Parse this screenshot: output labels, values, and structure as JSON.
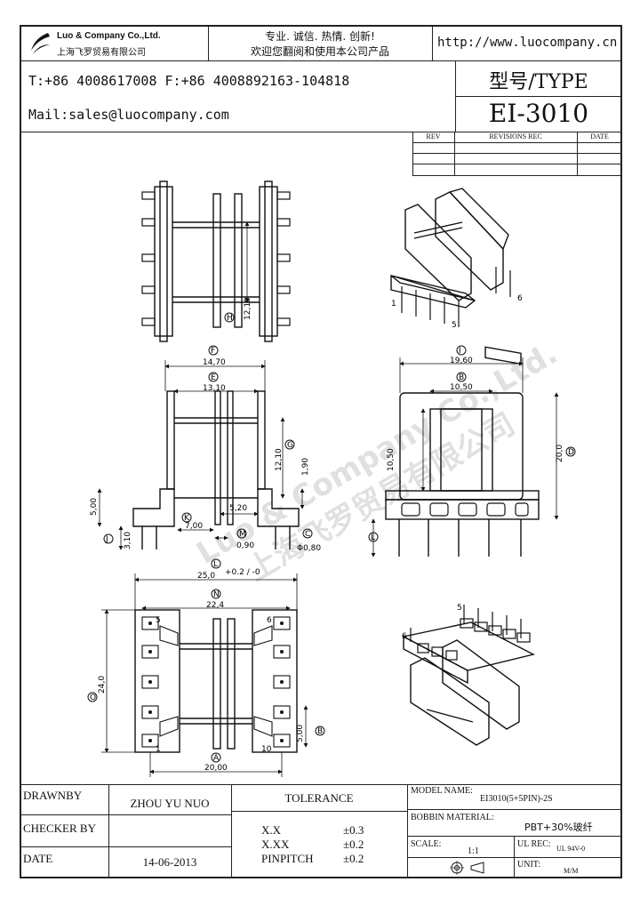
{
  "header": {
    "company_en": "Luo & Company Co.,Ltd.",
    "company_cn": "上海飞罗贸易有限公司",
    "slogan_line1": "专业. 诚信. 热情. 创新!",
    "slogan_line2": "欢迎您翻阅和使用本公司产品",
    "website": "http://www.luocompany.cn"
  },
  "contact": {
    "phone_fax": "T:+86 4008617008 F:+86 4008892163-104818",
    "mail": "Mail:sales@luocompany.com"
  },
  "type_box": {
    "label": "型号/TYPE",
    "model": "EI-3010"
  },
  "revisions": {
    "col_rev": "REV",
    "col_rec": "REVISIONS REC",
    "col_date": "DATE"
  },
  "dimensions": {
    "d_1210_top": "12,10",
    "d_h": "H",
    "d_f": "F",
    "d_1470": "14,70",
    "d_e": "E",
    "d_1310": "13,10",
    "d_1210_mid": "12,10",
    "d_g": "G",
    "d_190": "1,90",
    "d_500": "5,00",
    "d_520": "5,20",
    "d_k": "K",
    "d_700": "7,00",
    "d_m": "M",
    "d_090": "0,90",
    "d_c": "C",
    "d_080": "Φ0,80",
    "d_j": "J",
    "d_310": "3,10",
    "d_i": "I",
    "d_1960": "19,60",
    "d_b": "B",
    "d_1050h": "10,50",
    "d_1050v": "10,50",
    "d_200": "20,0",
    "d_d": "D",
    "d_l": "L",
    "d_250": "25,0",
    "d_250_tol": "+0.2 / -0",
    "d_n": "N",
    "d_224": "22,4",
    "d_o": "O",
    "d_240": "24,0",
    "d_a": "A",
    "d_2000": "20,00",
    "d_500b": "5,00",
    "d_bb": "B",
    "pin1": "1",
    "pin5": "5",
    "pin6": "6",
    "pin10": "10",
    "iso_pin1": "1",
    "iso_pin5": "5",
    "iso_pin6": "6",
    "iso2_pin5": "5",
    "iso2_pin6": "6"
  },
  "title_block": {
    "drawnby_label": "DRAWNBY",
    "drawnby_value": "ZHOU YU NUO",
    "checker_label": "CHECKER BY",
    "checker_value": "",
    "date_label": "DATE",
    "date_value": "14-06-2013",
    "tolerance_label": "TOLERANCE",
    "tol_rows": [
      {
        "label": "X.X",
        "value": "±0.3"
      },
      {
        "label": "X.XX",
        "value": "±0.2"
      },
      {
        "label": "PINPITCH",
        "value": "±0.2"
      }
    ],
    "model_name_label": "MODEL NAME:",
    "model_name_value": "EI3010(5+5PIN)-2S",
    "bobbin_label": "BOBBIN MATERIAL:",
    "bobbin_value": "PBT+30%玻纤",
    "scale_label": "SCALE:",
    "scale_value": "1:1",
    "ulrec_label": "UL REC:",
    "ulrec_value": "UL 94V-0",
    "unit_label": "UNIT:",
    "unit_value": "M/M"
  },
  "watermark": {
    "line1": "Luo & Company Co.,Ltd.",
    "line2": "上海飞罗贸易有限公司"
  }
}
